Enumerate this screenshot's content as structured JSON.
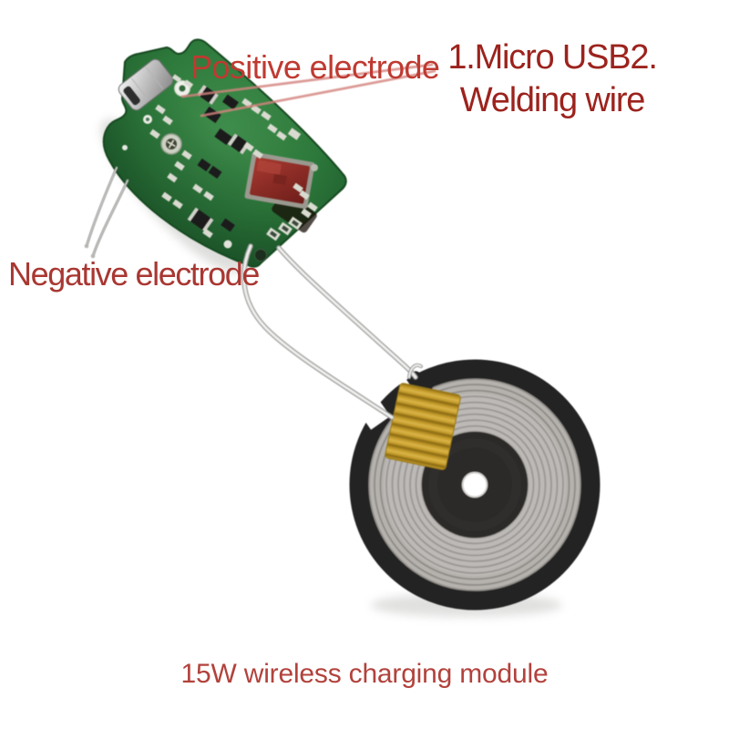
{
  "image": {
    "description": "Annotated product photo: green wireless-charging transmitter PCB with Micro USB port, two probe wires, and lead wires running to a round charging coil",
    "background_color": "#ffffff"
  },
  "labels": {
    "positive": {
      "text": "Positive electrode",
      "color": "#bf3a31"
    },
    "micro_usb_welding": {
      "line1": "1.Micro USB2.",
      "line2": "Welding wire",
      "color": "#9c231d"
    },
    "negative": {
      "text": "Negative electrode",
      "color": "#a93732"
    },
    "caption": {
      "text": "15W wireless charging module",
      "color": "#b2423c"
    }
  },
  "leader_lines": {
    "count": 2,
    "color": "#d4837e"
  },
  "pcb": {
    "board_color_light": "#3f8d4c",
    "board_color_mid": "#2e7a3c",
    "board_color_dark": "#1d5a2b",
    "edge_color": "#16481f",
    "usb_metal_light": "#f4f4f4",
    "usb_metal_dark": "#898989",
    "usb_slot_color": "#2d2d2d",
    "capacitor_color": "#8c2a26",
    "capacitor_frame_color": "#9a998f",
    "chip_color": "#1b1b1b",
    "pad_color": "#d9dad0",
    "screw_ring_color": "#ccd1c4",
    "screw_center_color": "#3f4433"
  },
  "coil": {
    "ring_color": "#232323",
    "winding_color": "#b5b2ae",
    "groove_color": "#8f8c88",
    "inner_disc_color": "#2c2a28",
    "center_hole_color": "#ffffff",
    "tape_color_light": "#d9b448",
    "tape_color_mid": "#c49b2b",
    "tape_color_dark": "#8a6a12",
    "turns_visible": 10
  },
  "wires": {
    "coil_lead_color": "#efefed",
    "coil_lead_edge_color": "#a3a3a1",
    "probe_color": "#d6d6d4",
    "probe_edge_color": "#8e8e8c"
  }
}
